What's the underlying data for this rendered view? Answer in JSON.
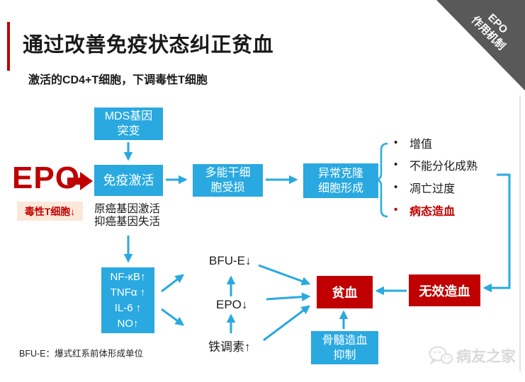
{
  "banner": {
    "line1": "EPO",
    "line2": "作用机制"
  },
  "header": {
    "title": "通过改善免疫状态纠正贫血",
    "subtitle": "激活的CD4+T细胞，下调毒性T细胞"
  },
  "epo_label": "EPO",
  "boxes": {
    "mds": {
      "lines": [
        "MDS基因",
        "突变"
      ]
    },
    "immune": {
      "label": "免疫激活"
    },
    "stem": {
      "lines": [
        "多能干细",
        "胞受损"
      ]
    },
    "clone": {
      "lines": [
        "异常克隆",
        "细胞形成"
      ]
    },
    "nfkb": {
      "lines": [
        "NF-κB↑",
        "TNFα ↑",
        "IL-6 ↑",
        "NO↑"
      ]
    },
    "marrow": {
      "lines": [
        "骨髓造血",
        "抑制"
      ]
    },
    "anemia": {
      "label": "贫血"
    },
    "ineffective": {
      "label": "无效造血"
    },
    "toxic": {
      "label": "毒性T细胞↓"
    }
  },
  "labels": {
    "proto_line1": "原癌基因激活",
    "proto_line2": "抑癌基因失活",
    "bfu": "BFU-E↓",
    "epo_down": "EPO↓",
    "hepcidin": "铁调素↑"
  },
  "bullets": [
    {
      "text": "增值",
      "emphasis": false
    },
    {
      "text": "不能分化成熟",
      "emphasis": false
    },
    {
      "text": "凋亡过度",
      "emphasis": false
    },
    {
      "text": "病态造血",
      "emphasis": true
    }
  ],
  "footnote": "BFU-E：爆式红系前体形成单位",
  "watermark": "病友之家",
  "colors": {
    "flow_blue": "#29A9E0",
    "accent_red": "#C00000",
    "banner_gray": "#595959",
    "toxic_peach": "#FBE8D9"
  }
}
